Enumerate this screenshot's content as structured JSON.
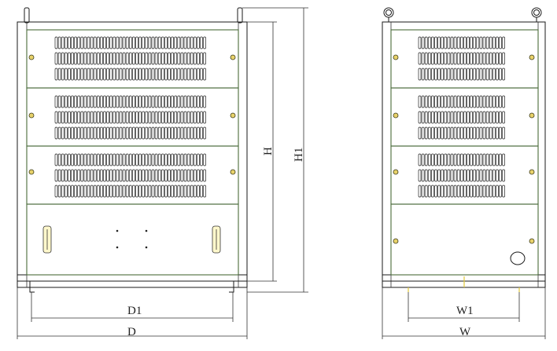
{
  "diagram": {
    "front_view": {
      "panels": [
        "vent",
        "vent",
        "vent",
        "door"
      ],
      "dimension_labels": {
        "d1": "D1",
        "d": "D"
      }
    },
    "side_view": {
      "panels": [
        "vent",
        "vent",
        "vent",
        "plain"
      ],
      "dimension_labels": {
        "w1": "W1",
        "w": "W"
      }
    },
    "height_labels": {
      "h": "H",
      "h1": "H1"
    },
    "colors": {
      "outline": "#1a1a1a",
      "panel_edge": "#4a6b3a",
      "screw": "#e8d26a",
      "foot_marker": "#e3c93a"
    }
  }
}
